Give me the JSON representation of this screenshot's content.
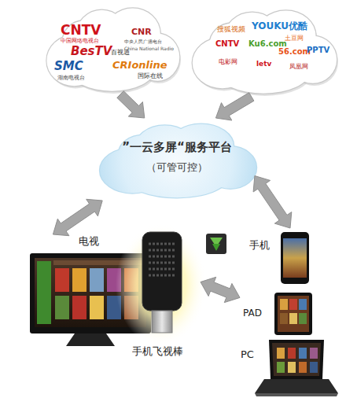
{
  "diagram": {
    "nodes": [
      {
        "text": [
          "CNTV",
          "中国网络电视台",
          "BesTV",
          "百视通",
          "CNR",
          "中央人民广播电台",
          "China National Radio",
          "SMC",
          "湖南电视台",
          "CRIonline",
          "国际在线"
        ]
      },
      {
        "text": [
          "搜狐视频",
          "YOUKU优酷",
          "土豆网",
          "CNTV",
          "Ku6.com",
          "56.com",
          "PPTV",
          "电影网",
          "letv",
          "凤凰网"
        ]
      },
      {
        "text": [
          "”一云多屏“服务平台",
          "（可管可控）"
        ]
      },
      {
        "text": [
          "电视"
        ]
      },
      {
        "text": [
          "手机飞视棒"
        ]
      },
      {
        "text": [
          "手机"
        ]
      },
      {
        "text": [
          "PAD"
        ]
      },
      {
        "text": [
          "PC"
        ]
      }
    ],
    "edges": [
      {
        "from": 0,
        "to": 2,
        "arrow": "to"
      },
      {
        "from": 1,
        "to": 2,
        "arrow": "to"
      },
      {
        "from": 2,
        "to": 3,
        "arrow": "both"
      },
      {
        "from": 2,
        "to": 5,
        "arrow": "both"
      },
      {
        "from": 4,
        "to": 6,
        "arrow": "both"
      }
    ]
  }
}
